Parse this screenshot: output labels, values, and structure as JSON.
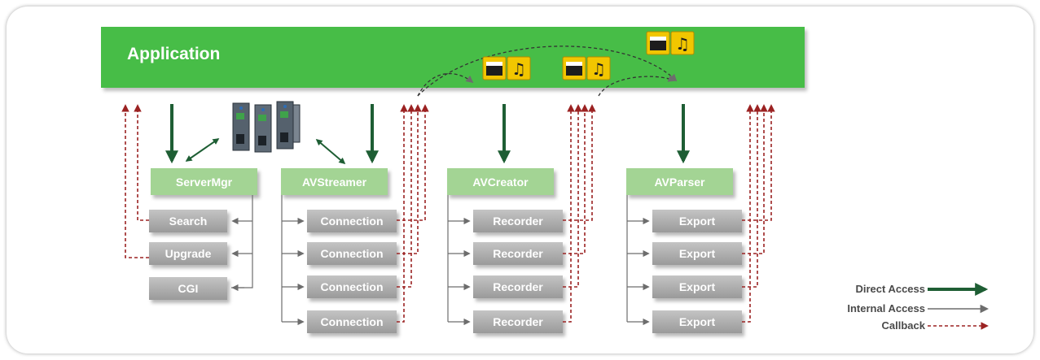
{
  "application": {
    "title": "Application"
  },
  "components": [
    {
      "name": "ServerMgr",
      "children": [
        "Search",
        "Upgrade",
        "CGI"
      ]
    },
    {
      "name": "AVStreamer",
      "children": [
        "Connection",
        "Connection",
        "Connection",
        "Connection"
      ]
    },
    {
      "name": "AVCreator",
      "children": [
        "Recorder",
        "Recorder",
        "Recorder",
        "Recorder"
      ]
    },
    {
      "name": "AVParser",
      "children": [
        "Export",
        "Export",
        "Export",
        "Export"
      ]
    }
  ],
  "legend": {
    "direct": "Direct Access",
    "internal": "Internal Access",
    "callback": "Callback"
  },
  "colors": {
    "application": "#47bd47",
    "component": "#a3d494",
    "direct": "#1e5e34",
    "internal": "#6d6d6d",
    "callback": "#9b2222"
  }
}
